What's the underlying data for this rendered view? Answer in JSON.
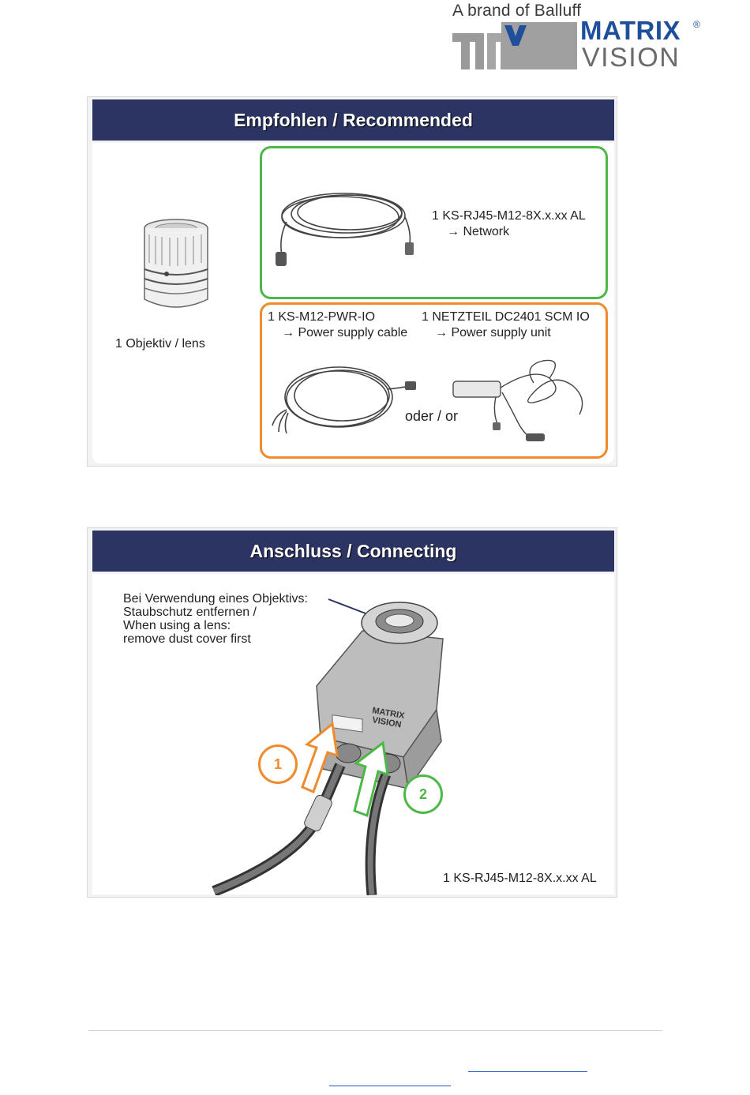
{
  "header": {
    "brand_line": "A brand of Balluff",
    "logo_mark": "mv",
    "logo_word1": "MATRIX",
    "logo_reg": "®",
    "logo_word2": "VISION"
  },
  "recommended": {
    "title": "Empfohlen / Recommended",
    "lens_label": "1 Objektiv / lens",
    "network_cable": {
      "label": "1 KS-RJ45-M12-8X.x.xx AL",
      "target": "→ Network"
    },
    "power_cable": {
      "label": "1 KS-M12-PWR-IO",
      "target": "→ Power supply cable"
    },
    "power_unit": {
      "label": "1 NETZTEIL DC2401 SCM IO",
      "target": "→ Power supply unit"
    },
    "or_label": "oder / or",
    "colors": {
      "green": "#4db848",
      "orange": "#ef8b2c",
      "header_bg": "#2b3463"
    }
  },
  "connecting": {
    "title": "Anschluss / Connecting",
    "note_line1": "Bei Verwendung eines Objektivs:",
    "note_line2": "Staubschutz entfernen /",
    "note_line3": "When using a lens:",
    "note_line4": "remove dust cover first",
    "camera_logo_line1": "MATRIX",
    "camera_logo_line2": "VISION",
    "step1": "1",
    "step2": "2",
    "cable_label": "1 KS-RJ45-M12-8X.x.xx AL"
  }
}
